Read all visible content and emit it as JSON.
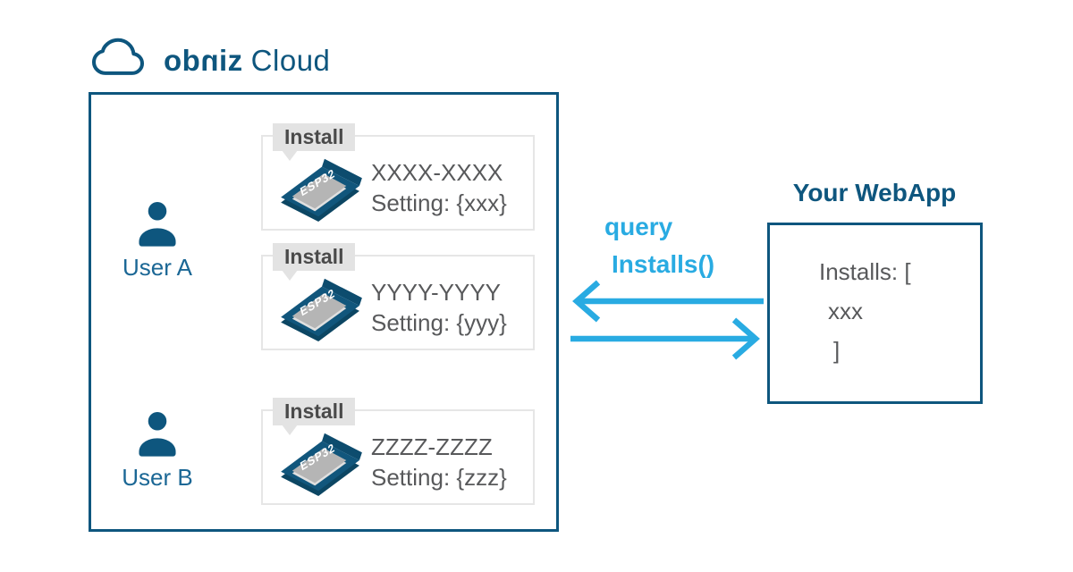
{
  "colors": {
    "brand_blue": "#0e567e",
    "accent_cyan": "#29abe2",
    "text_gray": "#58595b",
    "tag_gray": "#e3e3e3"
  },
  "logo": {
    "prefix": "ob",
    "flipped_letter": "n",
    "bold_tail": "iz",
    "suffix": "Cloud"
  },
  "cloud_box": {
    "users": [
      {
        "label": "User A"
      },
      {
        "label": "User B"
      }
    ]
  },
  "installs": [
    {
      "tag": "Install",
      "chip_label": "ESP32",
      "device_id": "XXXX-XXXX",
      "setting": "Setting: {xxx}"
    },
    {
      "tag": "Install",
      "chip_label": "ESP32",
      "device_id": "YYYY-YYYY",
      "setting": "Setting: {yyy}"
    },
    {
      "tag": "Install",
      "chip_label": "ESP32",
      "device_id": "ZZZZ-ZZZZ",
      "setting": "Setting: {zzz}"
    }
  ],
  "query": {
    "line1": "query",
    "line2": "Installs()"
  },
  "webapp": {
    "title": "Your WebApp",
    "code": {
      "line1": "Installs: [",
      "line2": "xxx",
      "line3": "]"
    }
  }
}
